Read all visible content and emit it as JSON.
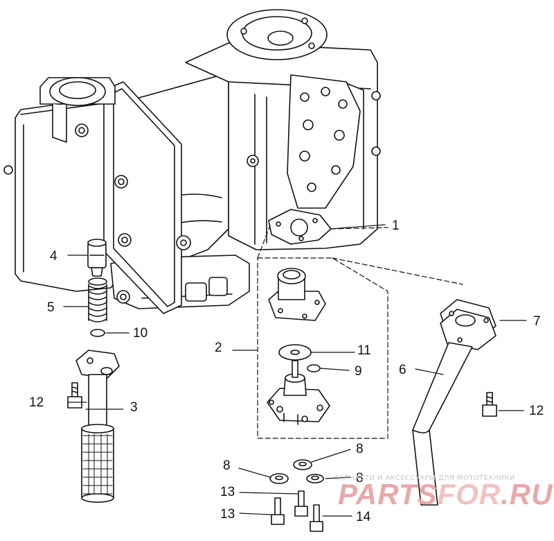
{
  "diagram": {
    "callouts": {
      "c1": "1",
      "c2": "2",
      "c3": "3",
      "c4": "4",
      "c5": "5",
      "c6": "6",
      "c7": "7",
      "c8a": "8",
      "c8b": "8",
      "c8c": "8",
      "c9": "9",
      "c10": "10",
      "c11": "11",
      "c12a": "12",
      "c12b": "12",
      "c13a": "13",
      "c13b": "13",
      "c14": "14"
    }
  },
  "watermark": {
    "caption": "ЗАПЧАСТИ И АКСЕССУАРЫ ДЛЯ МОТОТЕХНИКИ",
    "logo_part1": "PARTS",
    "logo_part2": "FOR",
    "logo_part3": ".RU",
    "colors": {
      "logo_main": "#e9a8a8",
      "logo_light": "#f0c2c2",
      "caption": "#c8c8c8"
    }
  },
  "styles": {
    "line_color": "#111111",
    "fill": "#ffffff"
  }
}
